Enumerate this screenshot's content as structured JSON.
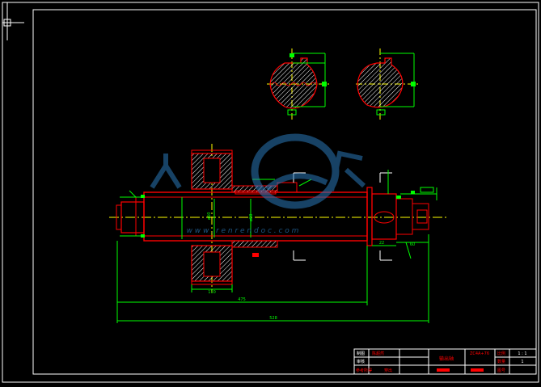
{
  "drawing": {
    "dimensions": {
      "d1": "110",
      "d2": "475",
      "d3": "528",
      "d4": "22",
      "d5": "60",
      "d6": "ø60",
      "d7": "ø80"
    },
    "watermark": {
      "text": "w w w . r e n r e n d o c . c o m"
    },
    "title_block": {
      "r1c1": "制图",
      "r1c2": "陈超然",
      "r2c1": "审核",
      "r3c1": "参考所得",
      "r3c2": "穿出",
      "middle": "输出轴",
      "code": "ZC4A+76",
      "k1": "比例",
      "v1": "1 : 1",
      "k2": "数量",
      "v2": "1",
      "k3": "图号",
      "v3": ""
    }
  },
  "colors": {
    "background": "#000000",
    "frame": "#ffffff",
    "outline": "#ff0000",
    "dimension": "#00ff00",
    "center": "#ffff00",
    "hatch": "#ffffff",
    "watermark": "#2a78b8"
  }
}
